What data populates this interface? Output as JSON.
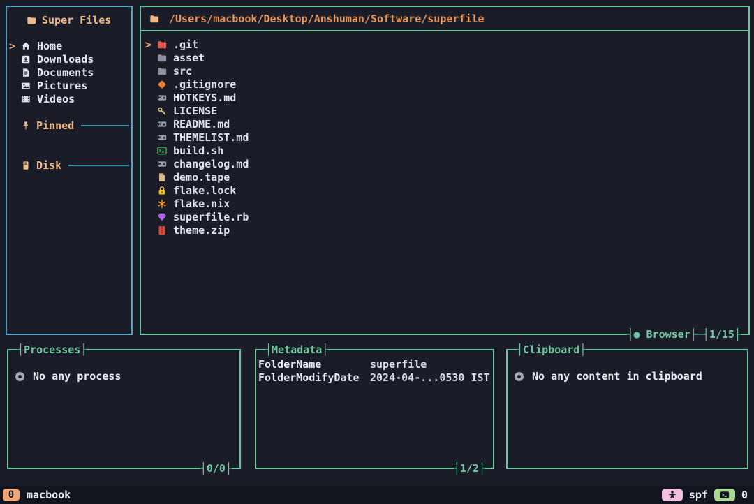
{
  "ui": {
    "cursor": ">"
  },
  "colors": {
    "background": "#1a1c28",
    "sidebar_border": "#58a4c8",
    "panel_border": "#6ec49e",
    "section_line": "#3b93ae",
    "accent_tan": "#eeb787",
    "path_orange": "#e6965f",
    "statusbar_bg": "#12141e",
    "host_badge_bg": "#f0a878",
    "spf_badge_bg": "#f4bede",
    "term_badge_bg": "#a9d795"
  },
  "sidebar": {
    "title": "Super Files",
    "title_icon": "folder",
    "items": [
      {
        "label": "Home",
        "icon": "house",
        "active": true
      },
      {
        "label": "Downloads",
        "icon": "download",
        "active": false
      },
      {
        "label": "Documents",
        "icon": "document",
        "active": false
      },
      {
        "label": "Pictures",
        "icon": "picture",
        "active": false
      },
      {
        "label": "Videos",
        "icon": "video",
        "active": false
      }
    ],
    "sections": [
      {
        "label": "Pinned",
        "icon": "pin"
      },
      {
        "label": "Disk",
        "icon": "disk"
      }
    ]
  },
  "browser": {
    "path": "/Users/macbook/Desktop/Anshuman/Software/superfile",
    "path_icon": "folder",
    "panel_label": "Browser",
    "counter": "1/15",
    "files": [
      {
        "name": ".git",
        "icon": "folder",
        "color": "#e25d4e",
        "active": true
      },
      {
        "name": "asset",
        "icon": "folder",
        "color": "#8890a2",
        "active": false
      },
      {
        "name": "src",
        "icon": "folder",
        "color": "#8890a2",
        "active": false
      },
      {
        "name": ".gitignore",
        "icon": "diamond",
        "color": "#ea7f33",
        "active": false
      },
      {
        "name": "HOTKEYS.md",
        "icon": "markdown",
        "color": "#99a0b0",
        "active": false
      },
      {
        "name": "LICENSE",
        "icon": "key",
        "color": "#e3c26b",
        "active": false
      },
      {
        "name": "README.md",
        "icon": "markdown",
        "color": "#99a0b0",
        "active": false
      },
      {
        "name": "THEMELIST.md",
        "icon": "markdown",
        "color": "#99a0b0",
        "active": false
      },
      {
        "name": "build.sh",
        "icon": "terminal",
        "color": "#3fae5c",
        "active": false
      },
      {
        "name": "changelog.md",
        "icon": "markdown",
        "color": "#99a0b0",
        "active": false
      },
      {
        "name": "demo.tape",
        "icon": "file",
        "color": "#dcb98d",
        "active": false
      },
      {
        "name": "flake.lock",
        "icon": "lock",
        "color": "#f2c21d",
        "active": false
      },
      {
        "name": "flake.nix",
        "icon": "snowflake",
        "color": "#ef8d21",
        "active": false
      },
      {
        "name": "superfile.rb",
        "icon": "gem",
        "color": "#a860e8",
        "active": false
      },
      {
        "name": "theme.zip",
        "icon": "zip",
        "color": "#d8473c",
        "active": false
      }
    ]
  },
  "processes": {
    "title": "Processes",
    "empty_text": "No any process",
    "counter": "0/0"
  },
  "metadata": {
    "title": "Metadata",
    "counter": "1/2",
    "rows": [
      {
        "key": "FolderName",
        "value": "superfile"
      },
      {
        "key": "FolderModifyDate",
        "value": "2024-04-...0530 IST"
      }
    ]
  },
  "clipboard": {
    "title": "Clipboard",
    "empty_text": "No any content in clipboard"
  },
  "statusbar": {
    "left_badge": "0",
    "hostname": "macbook",
    "app_label": "spf",
    "right_badge_count": "0"
  }
}
